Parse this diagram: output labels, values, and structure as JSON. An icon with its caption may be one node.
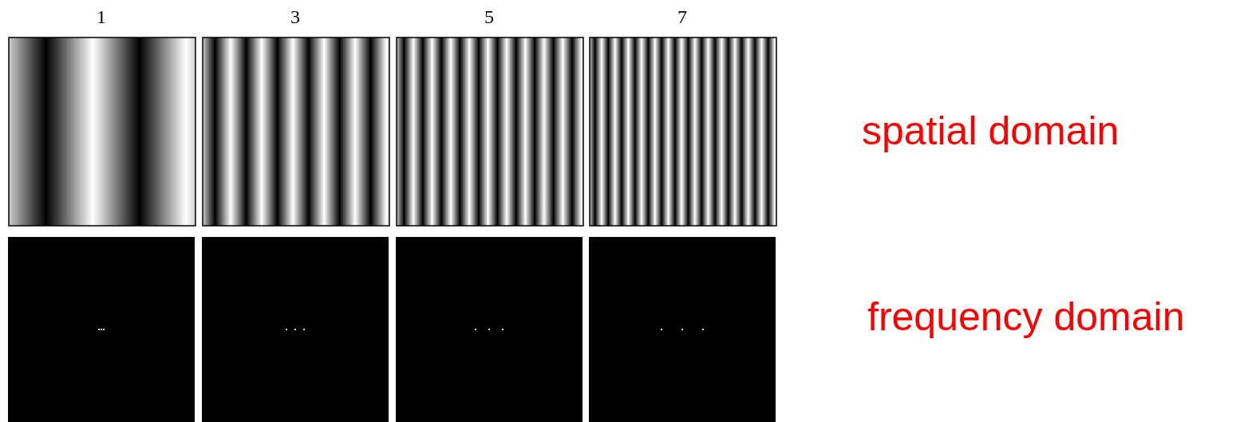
{
  "diagram": {
    "labels": [
      "1",
      "3",
      "5",
      "7",
      "spatial domain",
      "frequency domain"
    ]
  }
}
